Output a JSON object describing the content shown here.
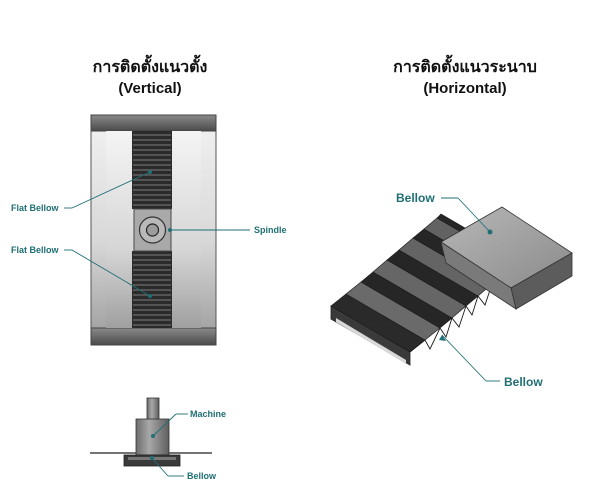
{
  "vertical": {
    "title_th": "การติดตั้งแนวตั้ง",
    "title_en": "(Vertical)",
    "labels": {
      "flat_bellow_top": "Flat Bellow",
      "flat_bellow_bottom": "Flat Bellow",
      "spindle": "Spindle",
      "machine": "Machine",
      "bellow": "Bellow"
    }
  },
  "horizontal": {
    "title_th": "การติดตั้งแนวระนาบ",
    "title_en": "(Horizontal)",
    "labels": {
      "bellow_top": "Bellow",
      "bellow_bottom": "Bellow"
    }
  },
  "colors": {
    "label": "#1f6f74",
    "frame_dark": "#5a5a5a",
    "bellow_dark": "#2b2b2b"
  }
}
